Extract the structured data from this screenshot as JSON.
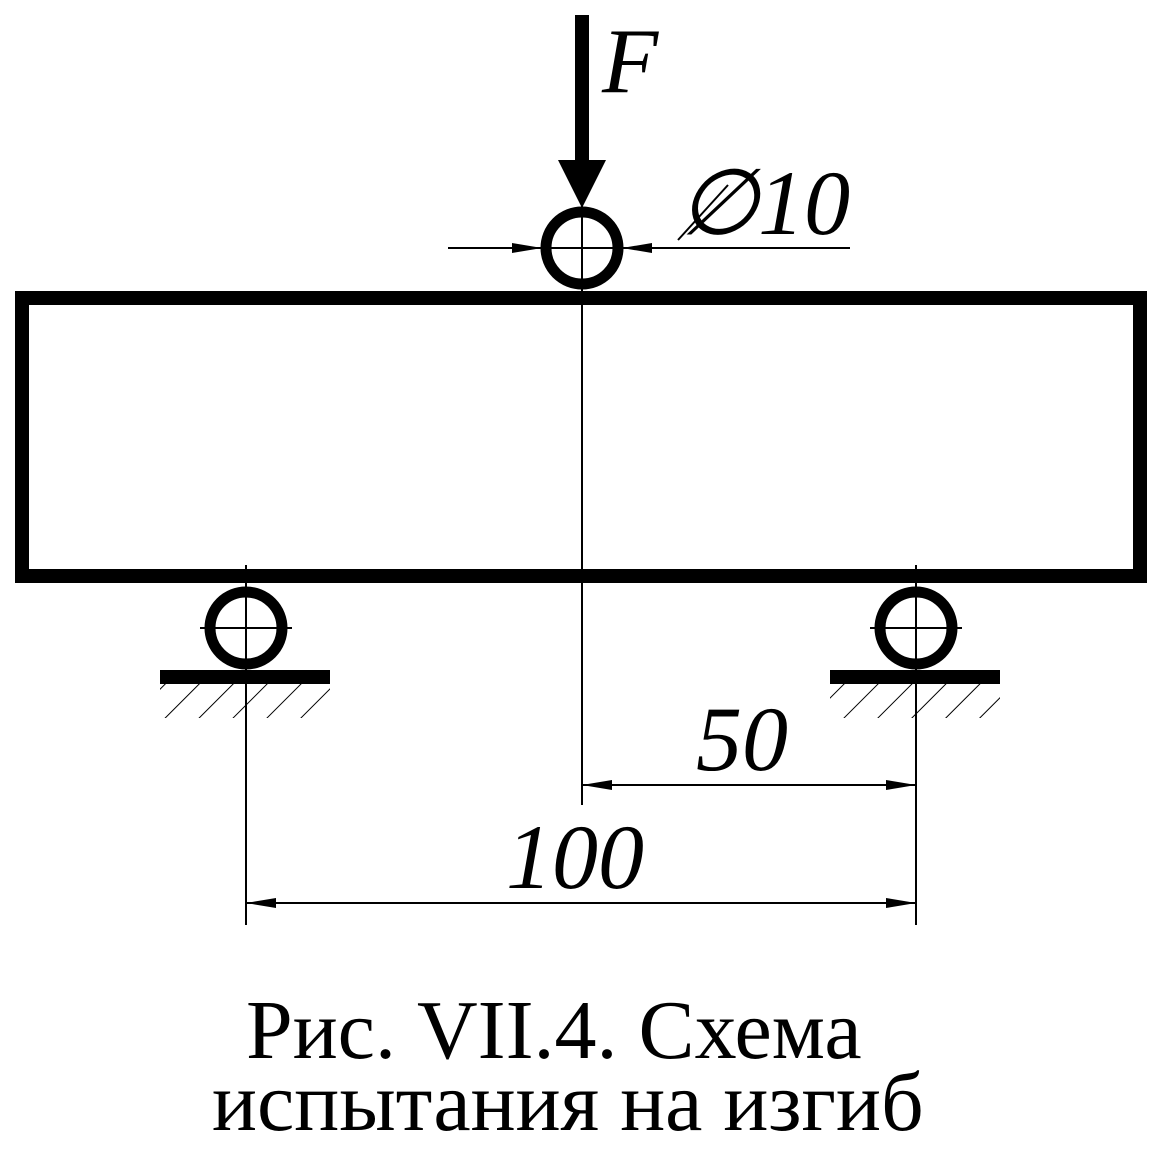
{
  "labels": {
    "force": "F",
    "roller_diameter": "∅10",
    "half_span": "50",
    "span": "100"
  },
  "caption": {
    "line1": "Рис. VII.4. Схема",
    "line2": "испытания на изгиб"
  },
  "colors": {
    "ink": "#000000",
    "background": "#ffffff"
  }
}
